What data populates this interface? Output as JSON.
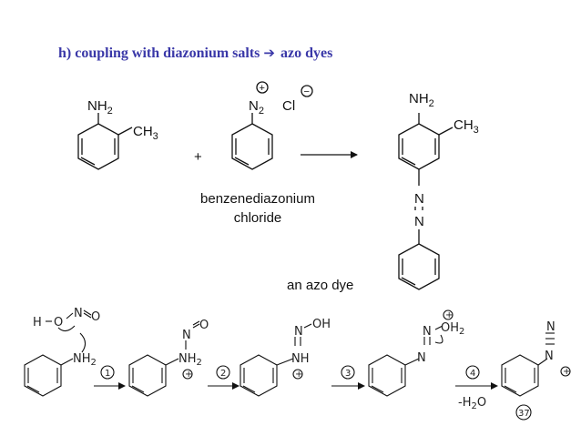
{
  "header": {
    "prefix": "h)",
    "text": "coupling with diazonium salts",
    "product": "azo dyes"
  },
  "reaction": {
    "toluidine_nh": "NH",
    "toluidine_nh_sub": "2",
    "toluidine_ch": "CH",
    "toluidine_ch_sub": "3",
    "plus_sign": "+",
    "diazonium_n": "N",
    "diazonium_n_sub": "2",
    "diazonium_charge": "+",
    "chloride": "Cl",
    "chloride_charge": "−",
    "reagent_name_line1": "benzenediazonium",
    "reagent_name_line2": "chloride",
    "product_nh": "NH",
    "product_nh_sub": "2",
    "product_ch": "CH",
    "product_ch_sub": "3",
    "azo_n_top": "N",
    "azo_n_bottom": "N",
    "product_caption": "an azo dye"
  },
  "mechanism": {
    "nitrous_h": "H",
    "nitrous_o": "O",
    "nitrous_n": "N",
    "nitrous_o2": "O",
    "aniline_nh": "NH",
    "aniline_nh_sub": "2",
    "step1": "1",
    "step2": "2",
    "step3": "3",
    "step4": "4",
    "int1_n": "N",
    "int1_o": "O",
    "int1_nh": "NH",
    "int1_nh_sub": "2",
    "int1_charge": "+",
    "int2_n": "N",
    "int2_oh": "OH",
    "int2_nh": "NH",
    "int2_charge": "+",
    "int3_charge": "+",
    "int3_oh": "OH",
    "int3_oh_sub": "2",
    "int3_n1": "N",
    "int3_n2": "N",
    "minus_water": "-H",
    "minus_water_sub": "2",
    "minus_water_o": "O",
    "final_n1": "N",
    "final_n2": "N",
    "final_charge": "+",
    "slide_number": "37"
  },
  "colors": {
    "header_blue": "#3a38a8",
    "ink": "#111111"
  }
}
